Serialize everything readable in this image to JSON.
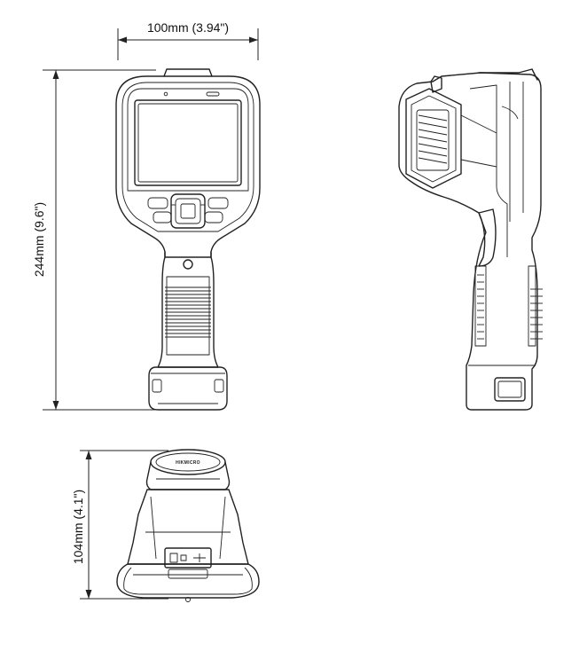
{
  "dimensions": {
    "width": "100mm (3.94\")",
    "height": "244mm (9.6\")",
    "depth": "104mm (4.1\")"
  },
  "logo_text": "HIKMICRO"
}
